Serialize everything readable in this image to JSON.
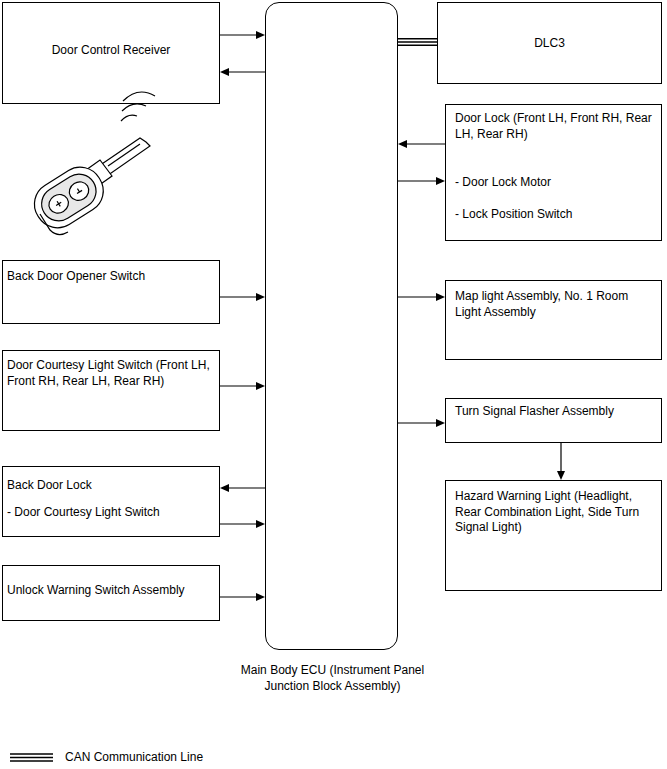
{
  "diagram": {
    "nodes": [
      {
        "text": [
          "Door Control Receiver"
        ]
      },
      {
        "text": [
          "Main Body ECU (Instrument Panel Junction Block Assembly)"
        ]
      },
      {
        "text": [
          "DLC3"
        ]
      },
      {
        "text": [
          "Door Lock (Front LH, Front RH, Rear LH, Rear RH)",
          "- Door Lock Motor",
          "- Lock Position Switch"
        ]
      },
      {
        "text": [
          "Back Door Opener Switch"
        ]
      },
      {
        "text": [
          "Map light Assembly, No. 1 Room Light Assembly"
        ]
      },
      {
        "text": [
          "Door Courtesy Light Switch (Front LH, Front RH, Rear LH, Rear RH)"
        ]
      },
      {
        "text": [
          "Turn Signal Flasher Assembly"
        ]
      },
      {
        "text": [
          "Hazard Warning Light (Headlight, Rear Combination Light, Side Turn Signal Light)"
        ]
      },
      {
        "text": [
          "Back Door Lock",
          "- Door Courtesy Light Switch"
        ]
      },
      {
        "text": [
          "Unlock Warning Switch Assembly"
        ]
      }
    ],
    "edges": [
      {
        "from": 0,
        "to": 1,
        "arrow": "to"
      },
      {
        "from": 1,
        "to": 0,
        "arrow": "to"
      },
      {
        "from": 1,
        "to": 2,
        "arrow": "none"
      },
      {
        "from": 3,
        "to": 1,
        "arrow": "to"
      },
      {
        "from": 1,
        "to": 3,
        "arrow": "to"
      },
      {
        "from": 4,
        "to": 1,
        "arrow": "to"
      },
      {
        "from": 1,
        "to": 5,
        "arrow": "to"
      },
      {
        "from": 6,
        "to": 1,
        "arrow": "to"
      },
      {
        "from": 1,
        "to": 7,
        "arrow": "to"
      },
      {
        "from": 7,
        "to": 8,
        "arrow": "to"
      },
      {
        "from": 1,
        "to": 9,
        "arrow": "to"
      },
      {
        "from": 9,
        "to": 1,
        "arrow": "to"
      },
      {
        "from": 10,
        "to": 1,
        "arrow": "to"
      }
    ],
    "legend": [
      {
        "text": "CAN Communication Line"
      }
    ]
  }
}
